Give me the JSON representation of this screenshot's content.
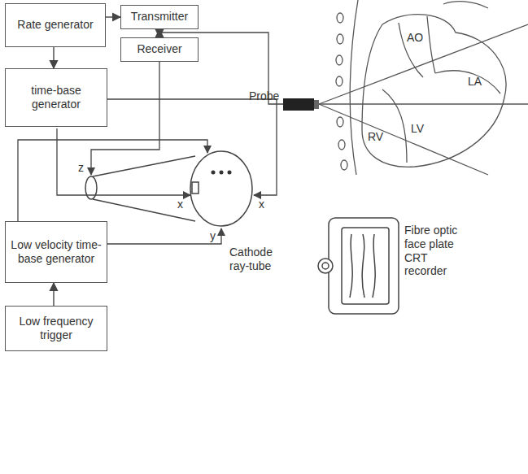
{
  "diagram": {
    "nodes": [
      {
        "text": [
          "Rate generator"
        ]
      },
      {
        "text": [
          "Transmitter"
        ]
      },
      {
        "text": [
          "Receiver"
        ]
      },
      {
        "text": [
          "time-base generator"
        ]
      },
      {
        "text": [
          "Low velocity time-base generator"
        ]
      },
      {
        "text": [
          "Low frequency trigger"
        ]
      }
    ],
    "edges": [
      {
        "from": 0,
        "to": 1,
        "arrow": "to"
      },
      {
        "from": 0,
        "to": 3,
        "arrow": "to"
      },
      {
        "from": 1,
        "to": 2,
        "arrow": "both"
      },
      {
        "from": 5,
        "to": 4,
        "arrow": "to"
      }
    ],
    "labels": [
      "Probe",
      "AO",
      "LA",
      "RV",
      "LV",
      "Fibre optic face plate CRT recorder",
      "z",
      "x",
      "x",
      "y",
      "Cathode ray-tube"
    ]
  }
}
